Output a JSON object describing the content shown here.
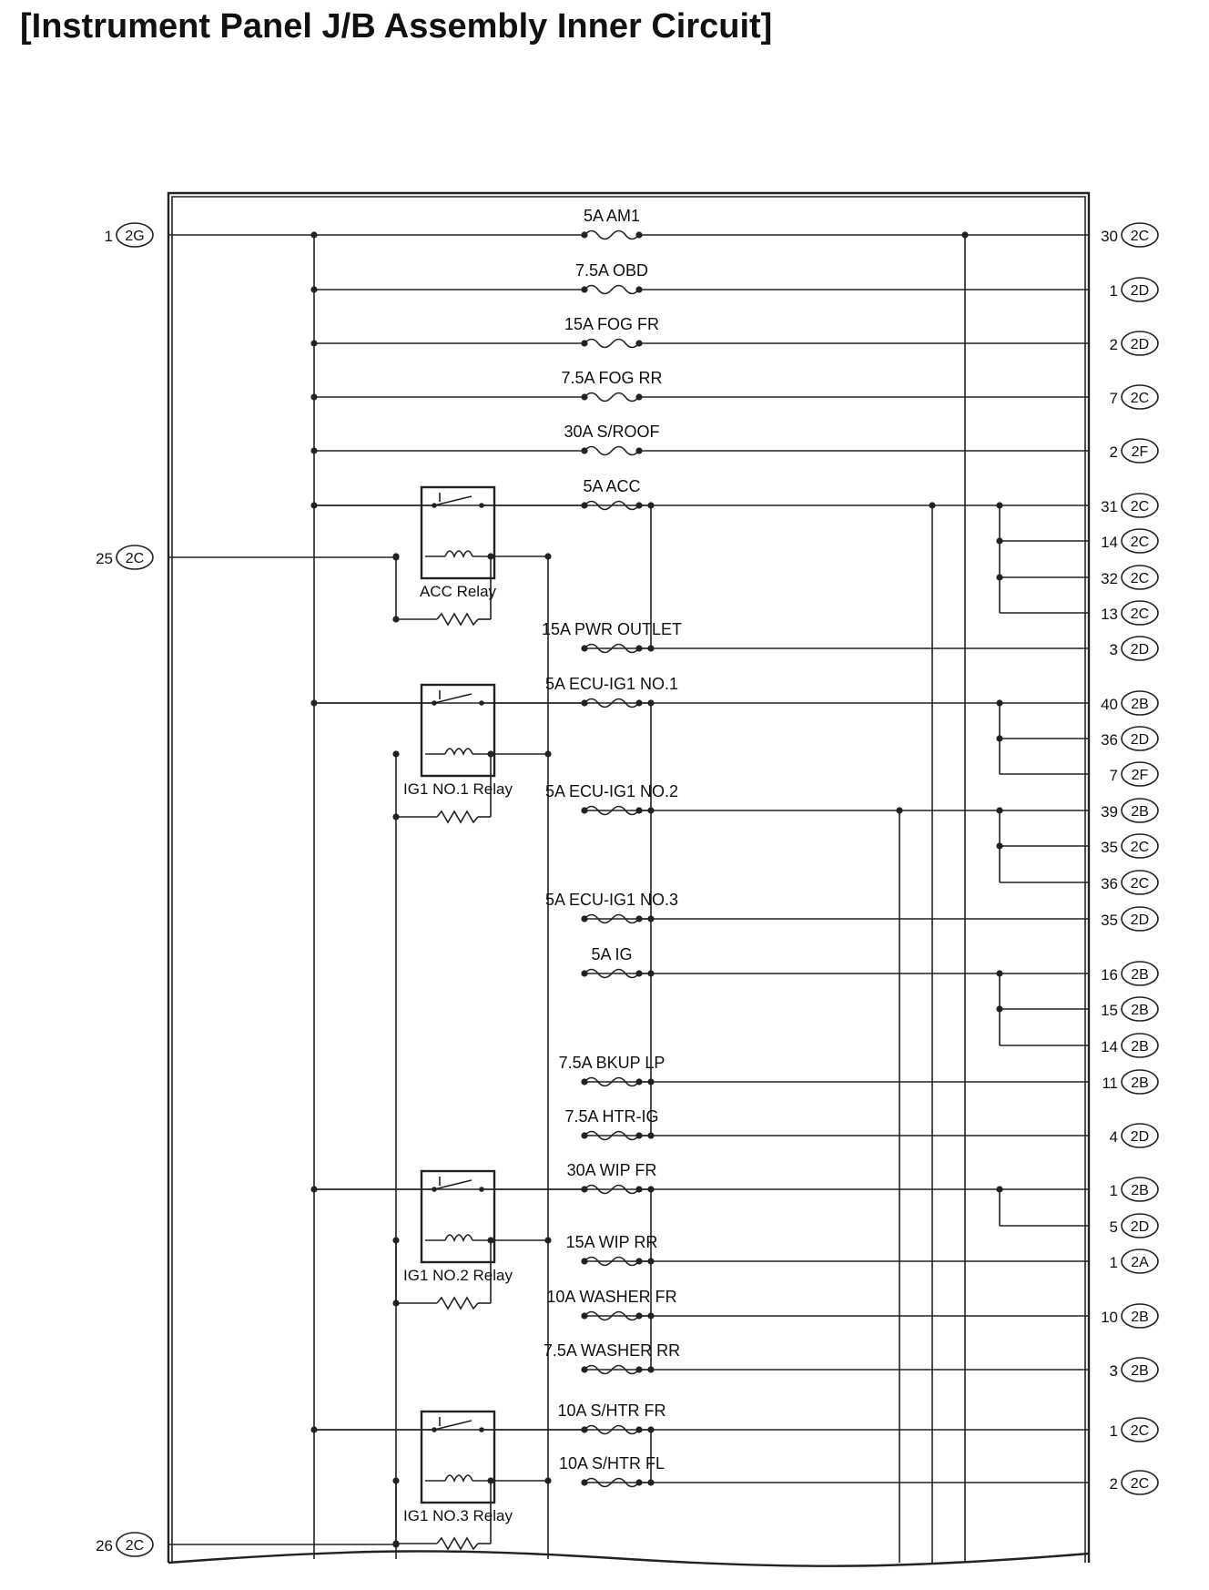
{
  "title": "[Instrument Panel J/B Assembly Inner Circuit]",
  "left_terminals": [
    {
      "pin": "1",
      "conn": "2G"
    },
    {
      "pin": "25",
      "conn": "2C"
    },
    {
      "pin": "26",
      "conn": "2C"
    }
  ],
  "relays": [
    {
      "label": "ACC Relay"
    },
    {
      "label": "IG1 NO.1 Relay"
    },
    {
      "label": "IG1 NO.2 Relay"
    },
    {
      "label": "IG1 NO.3 Relay"
    }
  ],
  "fuses": [
    {
      "label": "5A AM1"
    },
    {
      "label": "7.5A OBD"
    },
    {
      "label": "15A FOG FR"
    },
    {
      "label": "7.5A FOG RR"
    },
    {
      "label": "30A S/ROOF"
    },
    {
      "label": "5A ACC"
    },
    {
      "label": "15A PWR OUTLET"
    },
    {
      "label": "5A ECU-IG1 NO.1"
    },
    {
      "label": "5A ECU-IG1 NO.2"
    },
    {
      "label": "5A ECU-IG1 NO.3"
    },
    {
      "label": "5A IG"
    },
    {
      "label": "7.5A BKUP LP"
    },
    {
      "label": "7.5A HTR-IG"
    },
    {
      "label": "30A WIP FR"
    },
    {
      "label": "15A WIP RR"
    },
    {
      "label": "10A WASHER FR"
    },
    {
      "label": "7.5A WASHER RR"
    },
    {
      "label": "10A S/HTR FR"
    },
    {
      "label": "10A S/HTR FL"
    }
  ],
  "right_terminals": [
    {
      "pin": "30",
      "conn": "2C"
    },
    {
      "pin": "1",
      "conn": "2D"
    },
    {
      "pin": "2",
      "conn": "2D"
    },
    {
      "pin": "7",
      "conn": "2C"
    },
    {
      "pin": "2",
      "conn": "2F"
    },
    {
      "pin": "31",
      "conn": "2C"
    },
    {
      "pin": "14",
      "conn": "2C"
    },
    {
      "pin": "32",
      "conn": "2C"
    },
    {
      "pin": "13",
      "conn": "2C"
    },
    {
      "pin": "3",
      "conn": "2D"
    },
    {
      "pin": "40",
      "conn": "2B"
    },
    {
      "pin": "36",
      "conn": "2D"
    },
    {
      "pin": "7",
      "conn": "2F"
    },
    {
      "pin": "39",
      "conn": "2B"
    },
    {
      "pin": "35",
      "conn": "2C"
    },
    {
      "pin": "36",
      "conn": "2C"
    },
    {
      "pin": "35",
      "conn": "2D"
    },
    {
      "pin": "16",
      "conn": "2B"
    },
    {
      "pin": "15",
      "conn": "2B"
    },
    {
      "pin": "14",
      "conn": "2B"
    },
    {
      "pin": "11",
      "conn": "2B"
    },
    {
      "pin": "4",
      "conn": "2D"
    },
    {
      "pin": "1",
      "conn": "2B"
    },
    {
      "pin": "5",
      "conn": "2D"
    },
    {
      "pin": "1",
      "conn": "2A"
    },
    {
      "pin": "10",
      "conn": "2B"
    },
    {
      "pin": "3",
      "conn": "2B"
    },
    {
      "pin": "1",
      "conn": "2C"
    },
    {
      "pin": "2",
      "conn": "2C"
    }
  ]
}
